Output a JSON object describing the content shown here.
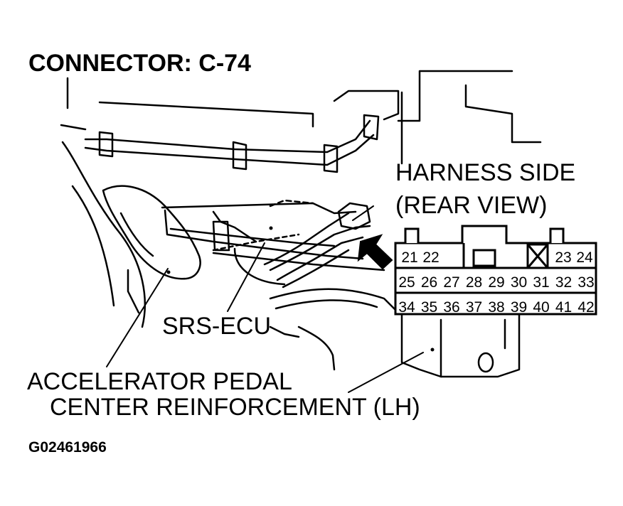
{
  "title": "CONNECTOR: C-74",
  "harness_side": {
    "line1": "HARNESS SIDE",
    "line2": "(REAR VIEW)"
  },
  "callouts": {
    "srs_ecu": "SRS-ECU",
    "accel_line1": "ACCELERATOR PEDAL",
    "accel_line2": "CENTER REINFORCEMENT (LH)"
  },
  "figure_id": "G02461966",
  "connector": {
    "row1_left": [
      "21",
      "22"
    ],
    "row1_right": [
      "23",
      "24"
    ],
    "row2": [
      "25",
      "26",
      "27",
      "28",
      "29",
      "30",
      "31",
      "32",
      "33"
    ],
    "row3": [
      "34",
      "35",
      "36",
      "37",
      "38",
      "39",
      "40",
      "41",
      "42"
    ]
  },
  "colors": {
    "ink": "#000000",
    "background": "#ffffff"
  }
}
